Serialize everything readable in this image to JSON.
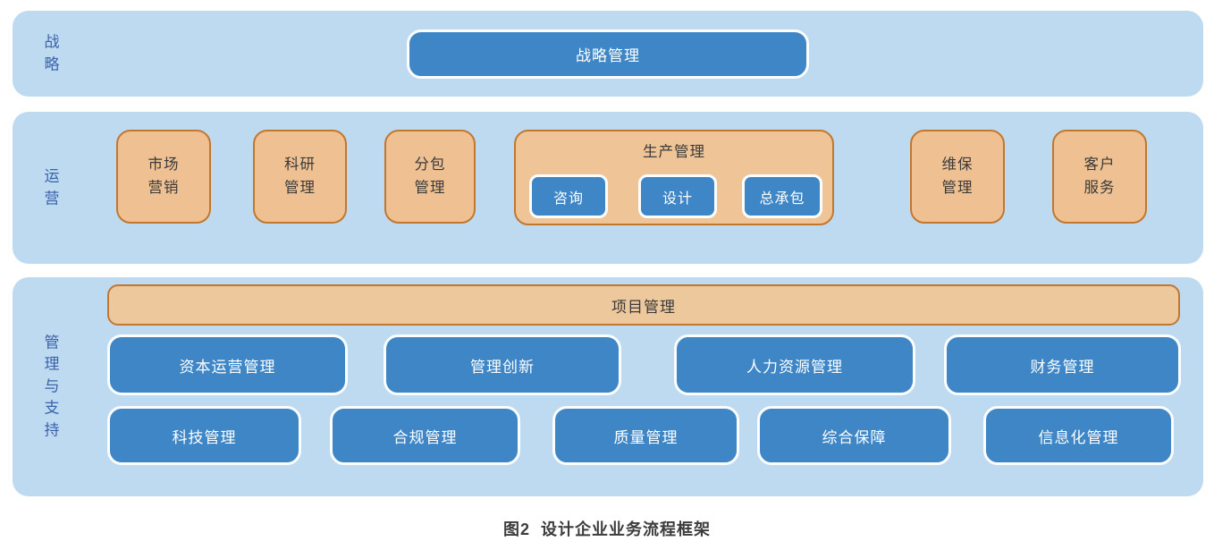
{
  "colors": {
    "band_background": "#bedaf1",
    "blue_box_fill": "#3e86c6",
    "blue_box_border": "#fbfdff",
    "orange_box_fill": "#efc192",
    "orange_box_border": "#c2772f",
    "side_label_text": "#3a63a9",
    "orange_box_text": "#3a3a3a",
    "blue_box_text": "#ffffff",
    "caption_text": "#3c3c3c"
  },
  "strategy_band": {
    "side_label": "战略",
    "box_label": "战略管理"
  },
  "operations_band": {
    "side_label": "运营",
    "marketing": "市场\n营销",
    "research": "科研\n管理",
    "subcontract": "分包\n管理",
    "production": {
      "title": "生产管理",
      "consulting": "咨询",
      "design": "设计",
      "general_contracting": "总承包"
    },
    "maintenance": "维保\n管理",
    "customer_service": "客户\n服务"
  },
  "management_band": {
    "side_label": "管理与支持",
    "project_bar": "项目管理",
    "row1": [
      "资本运营管理",
      "管理创新",
      "人力资源管理",
      "财务管理"
    ],
    "row2": [
      "科技管理",
      "合规管理",
      "质量管理",
      "综合保障",
      "信息化管理"
    ]
  },
  "caption": "图2  设计企业业务流程框架"
}
